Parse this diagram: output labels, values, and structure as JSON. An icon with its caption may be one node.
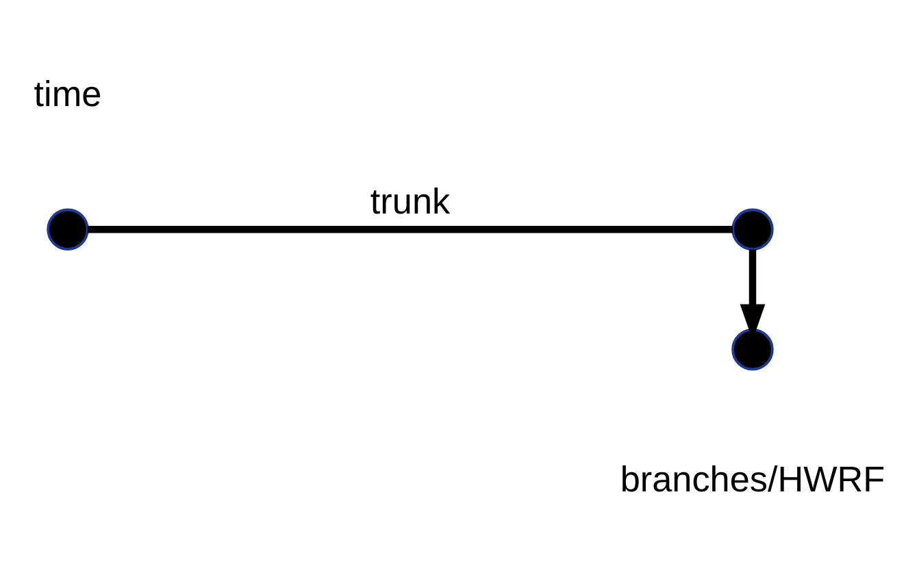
{
  "diagram": {
    "nodes": [
      {
        "text": [],
        "shape": "circle"
      },
      {
        "text": [],
        "shape": "circle"
      },
      {
        "text": [],
        "shape": "circle",
        "beside": [
          "branches/HWRF"
        ]
      }
    ],
    "edges": [
      {
        "from": 0,
        "to": 1,
        "arrow": "none",
        "label": "trunk"
      },
      {
        "from": 1,
        "to": 2,
        "arrow": "to"
      }
    ],
    "labels": [
      "time"
    ]
  }
}
